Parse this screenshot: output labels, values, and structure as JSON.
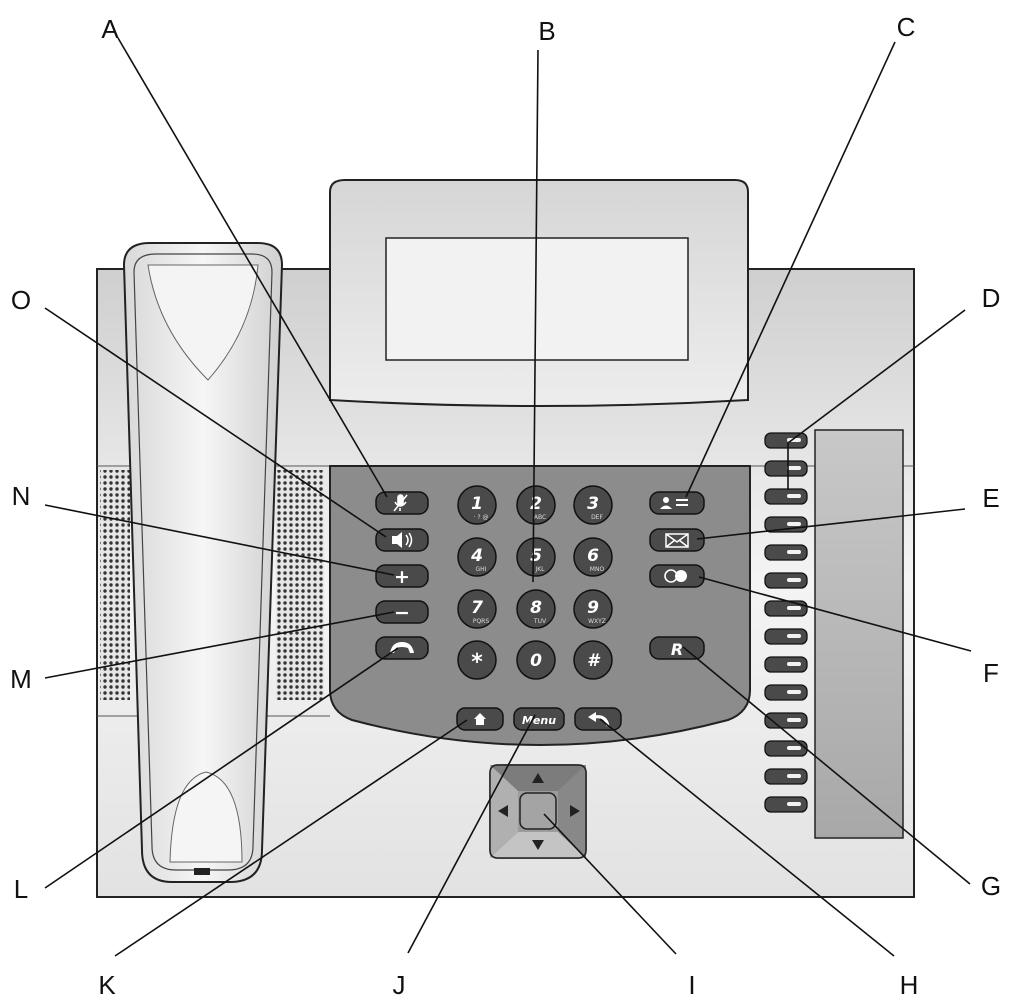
{
  "callouts": [
    {
      "id": "A",
      "letter": "A"
    },
    {
      "id": "B",
      "letter": "B"
    },
    {
      "id": "C",
      "letter": "C"
    },
    {
      "id": "D",
      "letter": "D"
    },
    {
      "id": "E",
      "letter": "E"
    },
    {
      "id": "F",
      "letter": "F"
    },
    {
      "id": "G",
      "letter": "G"
    },
    {
      "id": "H",
      "letter": "H"
    },
    {
      "id": "I",
      "letter": "I"
    },
    {
      "id": "J",
      "letter": "J"
    },
    {
      "id": "K",
      "letter": "K"
    },
    {
      "id": "L",
      "letter": "L"
    },
    {
      "id": "M",
      "letter": "M"
    },
    {
      "id": "N",
      "letter": "N"
    },
    {
      "id": "O",
      "letter": "O"
    }
  ],
  "keypad": {
    "k1": {
      "digit": "1",
      "letters": "· ? @"
    },
    "k2": {
      "digit": "2",
      "letters": "ABC"
    },
    "k3": {
      "digit": "3",
      "letters": "DEF"
    },
    "k4": {
      "digit": "4",
      "letters": "GHI"
    },
    "k5": {
      "digit": "5",
      "letters": "JKL"
    },
    "k6": {
      "digit": "6",
      "letters": "MNO"
    },
    "k7": {
      "digit": "7",
      "letters": "PQRS"
    },
    "k8": {
      "digit": "8",
      "letters": "TUV"
    },
    "k9": {
      "digit": "9",
      "letters": "WXYZ"
    },
    "kstar": {
      "digit": "*"
    },
    "k0": {
      "digit": "0"
    },
    "khash": {
      "digit": "#"
    }
  },
  "buttons": {
    "plus": "+",
    "minus": "−",
    "recall": "R",
    "menu": "Menu"
  },
  "colors": {
    "panel": "#8c8c8c",
    "key": "#4a4a4a",
    "body": "#e8e8e8",
    "outline": "#222222"
  },
  "icons": {
    "mute": "mute-mic-icon",
    "speaker": "speaker-icon",
    "hook": "handset-icon",
    "home": "home-icon",
    "back": "back-arrow-icon",
    "phonebook": "phonebook-icon",
    "message": "envelope-icon",
    "conference": "conference-icon"
  }
}
